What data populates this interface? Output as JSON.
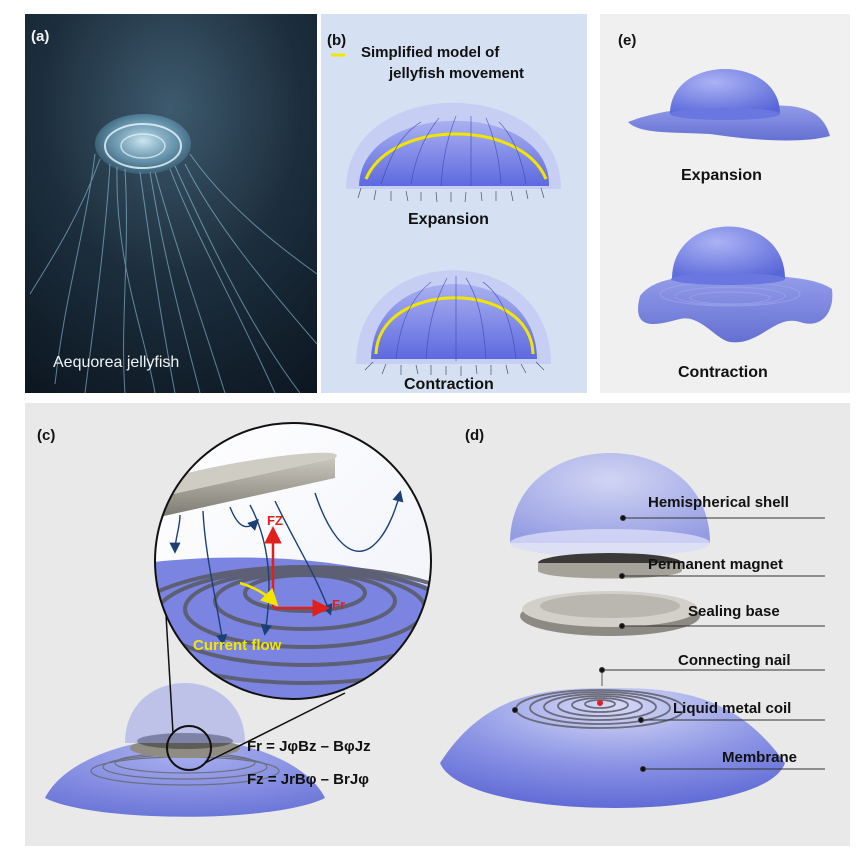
{
  "panel_a": {
    "label": "(a)",
    "caption": "Aequorea jellyfish"
  },
  "panel_b": {
    "label": "(b)",
    "legend": [
      "Simplified model of",
      "jellyfish movement"
    ],
    "expansion": "Expansion",
    "contraction": "Contraction"
  },
  "panel_e": {
    "label": "(e)",
    "expansion": "Expansion",
    "contraction": "Contraction"
  },
  "panel_c": {
    "label": "(c)",
    "fz": "FZ",
    "fr": "Fr",
    "current": "Current flow",
    "eq1": "Fr = JφBz – BφJz",
    "eq2": "Fz = JrBφ – BrJφ"
  },
  "panel_d": {
    "label": "(d)",
    "parts": [
      "Hemispherical shell",
      "Permanent magnet",
      "Sealing base",
      "Connecting nail",
      "Liquid metal coil",
      "Membrane"
    ]
  },
  "colors": {
    "accent_yellow": "#f2e600",
    "force_red": "#e0201c",
    "field_navy": "#1c3f78"
  }
}
